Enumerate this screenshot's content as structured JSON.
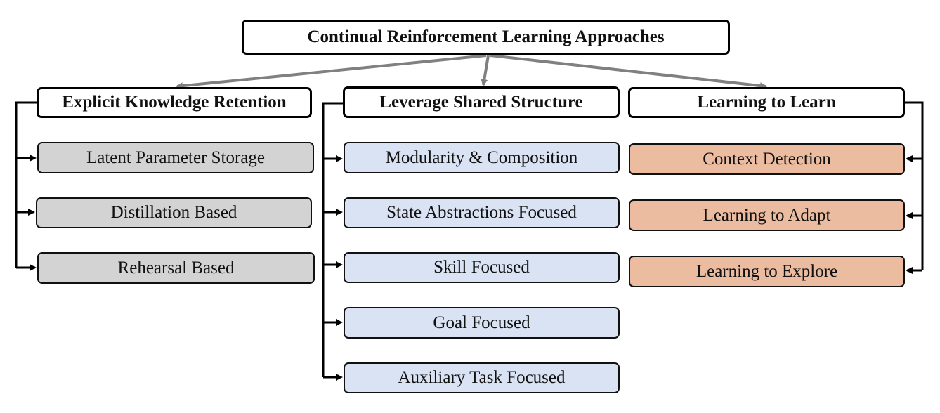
{
  "root": {
    "title": "Continual Reinforcement Learning Approaches"
  },
  "categories": [
    {
      "title": "Explicit Knowledge Retention",
      "color": "#d3d3d3",
      "items": [
        "Latent Parameter Storage",
        "Distillation Based",
        "Rehearsal Based"
      ]
    },
    {
      "title": "Leverage Shared Structure",
      "color": "#dae3f3",
      "items": [
        "Modularity & Composition",
        "State Abstractions Focused",
        "Skill Focused",
        "Goal Focused",
        "Auxiliary Task Focused"
      ]
    },
    {
      "title": "Learning to Learn",
      "color": "#ecbca1",
      "items": [
        "Context Detection",
        "Learning to Adapt",
        "Learning to Explore"
      ]
    }
  ]
}
